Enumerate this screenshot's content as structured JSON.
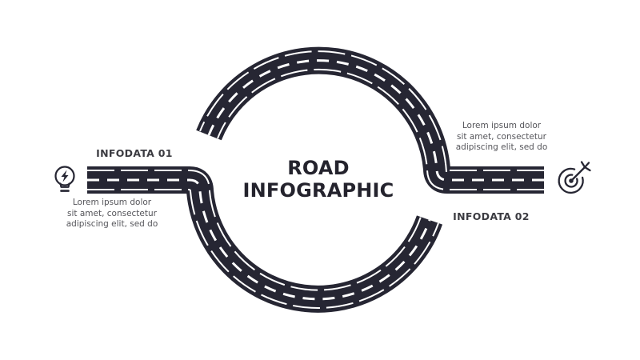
{
  "title": "ROAD INFOGRAPHIC",
  "colors": {
    "road": "#262633",
    "marking": "#ffffff",
    "title_text": "#24232d",
    "label_text": "#3b3b41",
    "body_text": "#55555a"
  },
  "left": {
    "label": "INFODATA 01",
    "icon": "lightbulb-bolt-icon",
    "desc_lines": [
      "Lorem ipsum dolor",
      "sit amet, consectetur",
      "adipiscing elit, sed do"
    ]
  },
  "right": {
    "label": "INFODATA 02",
    "icon": "target-dart-icon",
    "desc_lines": [
      "Lorem ipsum dolor",
      "sit amet, consectetur",
      "adipiscing elit, sed do"
    ]
  }
}
